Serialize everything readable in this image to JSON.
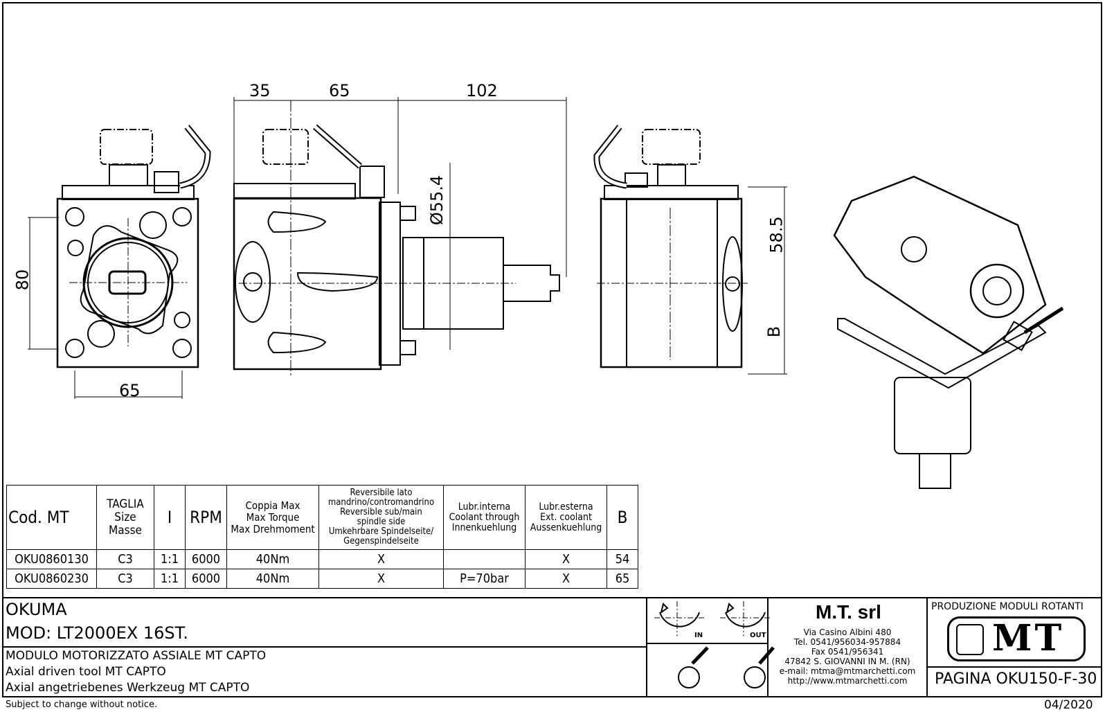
{
  "drawing": {
    "dimensions": {
      "front_height": "80",
      "front_width": "65",
      "side_35": "35",
      "side_65": "65",
      "side_102": "102",
      "diameter": "Ø55.4",
      "rear_58_5": "58.5",
      "rear_B": "B"
    }
  },
  "table": {
    "headers": [
      "Cod. MT",
      "TAGLIA\nSize\nMasse",
      "I",
      "RPM",
      "Coppia Max\nMax Torque\nMax Drehmoment",
      "Reversibile lato\nmandrino/contromandrino\nReversible sub/main\nspindle side\nUmkehrbare Spindelseite/\nGegenspindelseite",
      "Lubr.interna\nCoolant through\nInnenkuehlung",
      "Lubr.esterna\nExt. coolant\nAussenkuehlung",
      "B"
    ],
    "rows": [
      [
        "OKU0860130",
        "C3",
        "1:1",
        "6000",
        "40Nm",
        "X",
        "",
        "X",
        "54"
      ],
      [
        "OKU0860230",
        "C3",
        "1:1",
        "6000",
        "40Nm",
        "X",
        "P=70bar",
        "X",
        "65"
      ]
    ]
  },
  "title_block": {
    "machine_brand": "OKUMA",
    "model": "MOD: LT2000EX 16ST.",
    "description_it": "MODULO MOTORIZZATO ASSIALE MT CAPTO",
    "description_en": "Axial driven tool MT CAPTO",
    "description_de": "Axial angetriebenes Werkzeug MT CAPTO",
    "rotation_in": "IN",
    "rotation_out": "OUT",
    "company_name": "M.T. srl",
    "address": "Via Casino Albini 480",
    "tel": "Tel. 0541/956034-957884",
    "fax": "Fax 0541/956341",
    "city": "47842 S. GIOVANNI IN M. (RN)",
    "email": "e-mail: mtma@mtmarchetti.com",
    "web": "http://www.mtmarchetti.com",
    "production_label": "PRODUZIONE MODULI ROTANTI",
    "logo_text": "MT",
    "page": "PAGINA OKU150-F-30"
  },
  "footer": {
    "notice": "Subject to change without notice.",
    "date": "04/2020"
  }
}
